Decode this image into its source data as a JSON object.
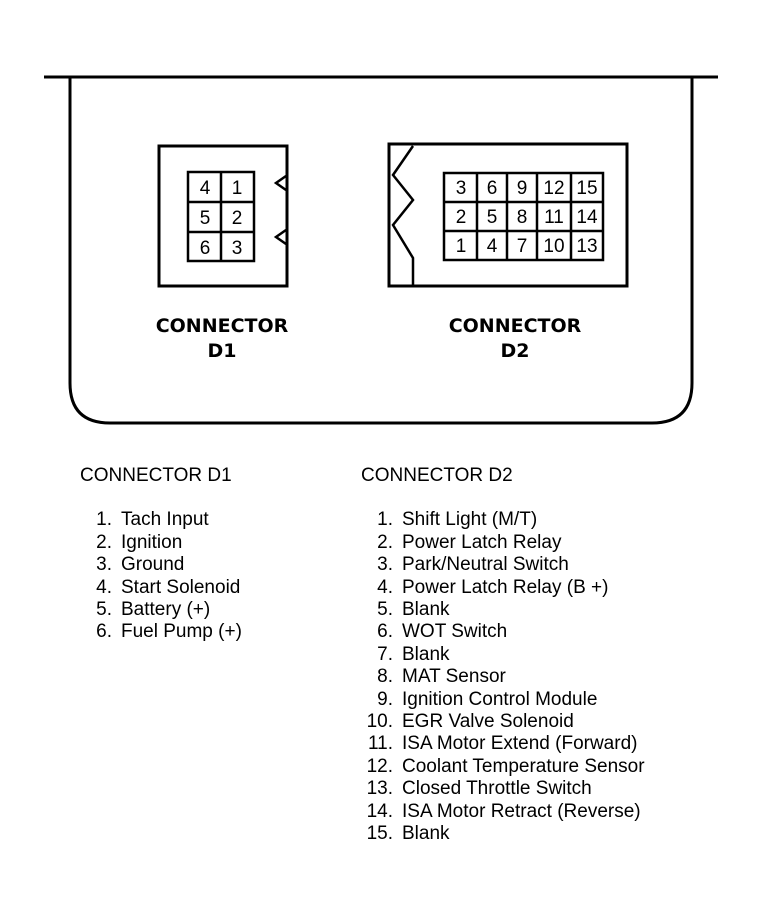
{
  "diagram": {
    "connector_d1": {
      "title_line1": "CONNECTOR",
      "title_line2": "D1",
      "pins": [
        [
          "4",
          "1"
        ],
        [
          "5",
          "2"
        ],
        [
          "6",
          "3"
        ]
      ]
    },
    "connector_d2": {
      "title_line1": "CONNECTOR",
      "title_line2": "D2",
      "pins": [
        [
          "3",
          "6",
          "9",
          "12",
          "15"
        ],
        [
          "2",
          "5",
          "8",
          "11",
          "14"
        ],
        [
          "1",
          "4",
          "7",
          "10",
          "13"
        ]
      ]
    }
  },
  "legend_d1": {
    "heading": "CONNECTOR D1",
    "items": [
      {
        "num": "1.",
        "label": "Tach Input"
      },
      {
        "num": "2.",
        "label": "Ignition"
      },
      {
        "num": "3.",
        "label": "Ground"
      },
      {
        "num": "4.",
        "label": "Start Solenoid"
      },
      {
        "num": "5.",
        "label": "Battery (+)"
      },
      {
        "num": "6.",
        "label": "Fuel Pump (+)"
      }
    ]
  },
  "legend_d2": {
    "heading": "CONNECTOR D2",
    "items": [
      {
        "num": "1.",
        "label": "Shift Light (M/T)"
      },
      {
        "num": "2.",
        "label": "Power Latch Relay"
      },
      {
        "num": "3.",
        "label": "Park/Neutral Switch"
      },
      {
        "num": "4.",
        "label": "Power Latch Relay (B +)"
      },
      {
        "num": "5.",
        "label": "Blank"
      },
      {
        "num": "6.",
        "label": "WOT Switch"
      },
      {
        "num": "7.",
        "label": "Blank"
      },
      {
        "num": "8.",
        "label": "MAT Sensor"
      },
      {
        "num": "9.",
        "label": "Ignition Control Module"
      },
      {
        "num": "10.",
        "label": "EGR Valve Solenoid"
      },
      {
        "num": "11.",
        "label": "ISA Motor Extend (Forward)"
      },
      {
        "num": "12.",
        "label": "Coolant Temperature Sensor"
      },
      {
        "num": "13.",
        "label": "Closed Throttle Switch"
      },
      {
        "num": "14.",
        "label": "ISA Motor Retract (Reverse)"
      },
      {
        "num": "15.",
        "label": "Blank"
      }
    ]
  }
}
